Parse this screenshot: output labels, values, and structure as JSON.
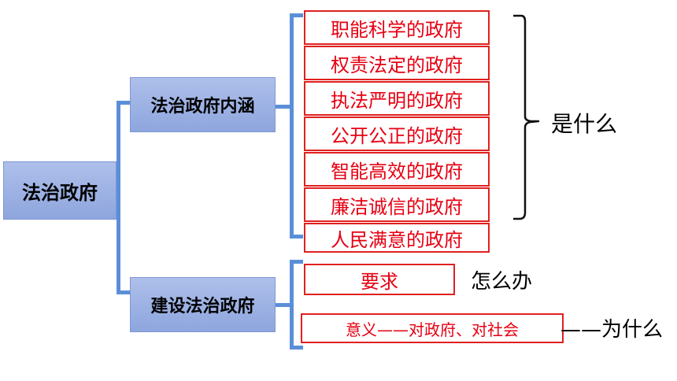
{
  "root": {
    "label": "法治政府"
  },
  "branch1": {
    "label": "法治政府内涵",
    "items": [
      "职能科学的政府",
      "权责法定的政府",
      "执法严明的政府",
      "公开公正的政府",
      "智能高效的政府",
      "廉洁诚信的政府",
      "人民满意的政府"
    ],
    "bracket_label": "是什么"
  },
  "branch2": {
    "label": "建设法治政府",
    "requirement": "要求",
    "requirement_note": "怎么办",
    "meaning": "意义——对政府、对社会",
    "meaning_note": "——为什么"
  },
  "colors": {
    "connector": "#5a8fd8",
    "box_border": "#e02020",
    "box_text": "#e60012",
    "node_fill": "#9fb4e6"
  }
}
